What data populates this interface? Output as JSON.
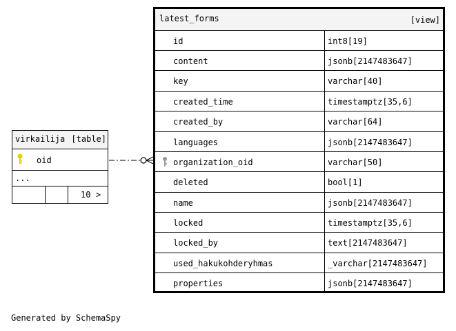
{
  "left_table": {
    "name": "virkailija",
    "type": "[table]",
    "columns": [
      {
        "name": "oid",
        "key": "primary"
      }
    ],
    "more": "...",
    "footer_count": "10",
    "footer_arrow": ">"
  },
  "right_table": {
    "name": "latest_forms",
    "type": "[view]",
    "columns": [
      {
        "name": "id",
        "type": "int8[19]"
      },
      {
        "name": "content",
        "type": "jsonb[2147483647]"
      },
      {
        "name": "key",
        "type": "varchar[40]"
      },
      {
        "name": "created_time",
        "type": "timestamptz[35,6]"
      },
      {
        "name": "created_by",
        "type": "varchar[64]"
      },
      {
        "name": "languages",
        "type": "jsonb[2147483647]"
      },
      {
        "name": "organization_oid",
        "type": "varchar[50]",
        "key": "foreign"
      },
      {
        "name": "deleted",
        "type": "bool[1]"
      },
      {
        "name": "name",
        "type": "jsonb[2147483647]"
      },
      {
        "name": "locked",
        "type": "timestamptz[35,6]"
      },
      {
        "name": "locked_by",
        "type": "text[2147483647]"
      },
      {
        "name": "used_hakukohderyhmas",
        "type": "_varchar[2147483647]"
      },
      {
        "name": "properties",
        "type": "jsonb[2147483647]"
      }
    ]
  },
  "relationship": {
    "from": "virkailija.oid",
    "to": "latest_forms.organization_oid",
    "style": "dash-dot",
    "ends": "zero-or-many"
  },
  "footer": "Generated by SchemaSpy",
  "colors": {
    "primary_key": "#e6d200",
    "foreign_key": "#9a9a9a",
    "header_bg": "#f4f4f4",
    "line": "#000000"
  },
  "icons": {
    "primary_key": "key-icon",
    "foreign_key": "foreign-key-icon",
    "more": "chevron-right-icon"
  }
}
